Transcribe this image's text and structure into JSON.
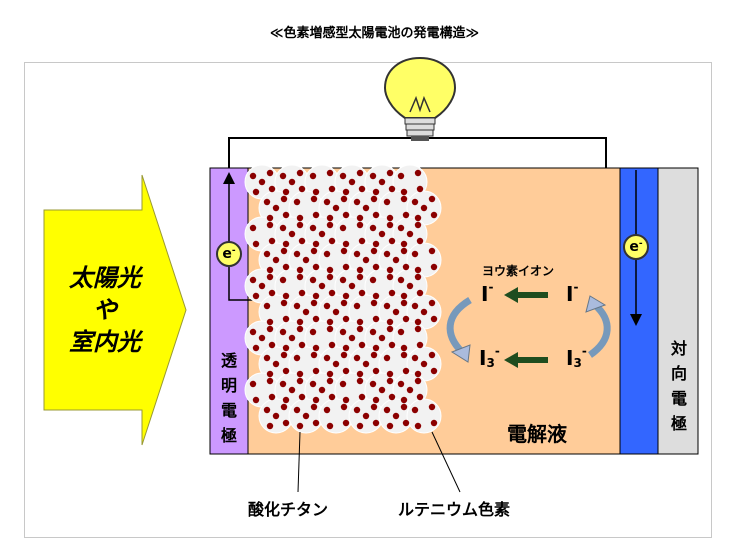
{
  "title": "≪色素増感型太陽電池の発電構造≫",
  "sunlight": {
    "line1": "太陽光",
    "line2": "や",
    "line3": "室内光"
  },
  "transparent_electrode": {
    "chars": [
      "透",
      "明",
      "電",
      "極"
    ]
  },
  "counter_electrode": {
    "chars": [
      "対",
      "向",
      "電",
      "極"
    ]
  },
  "electron": {
    "symbol": "e",
    "charge": "-"
  },
  "iodine_ion_label": "ヨウ素イオン",
  "ions": {
    "iodide": "I",
    "iodide_charge": "-",
    "triiodide": "I",
    "triiodide_sub": "3",
    "triiodide_charge": "-"
  },
  "electrolyte_label": "電解液",
  "titanium_oxide_label": "酸化チタン",
  "ruthenium_dye_label": "ルテニウム色素",
  "colors": {
    "cell": "#ffcc99",
    "transparent_electrode": "#cc99ff",
    "counter_blue": "#3366ff",
    "counter_gray": "#dddddd",
    "arrow_yellow": "#ffff00",
    "dye": "#8b0000",
    "tio2": "#f2f2f2",
    "ion_arrow": "#1f4d1f"
  },
  "icons": {
    "light": "lightbulb-icon",
    "cycle": "curved-arrow-icon"
  }
}
